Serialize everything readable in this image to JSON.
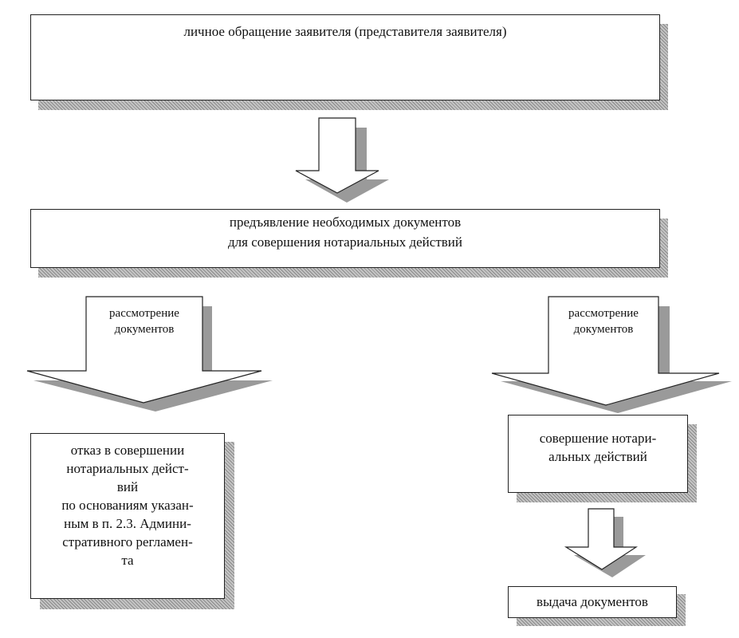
{
  "step1": "личное обращение заявителя (представителя заявителя)",
  "step2": [
    "предъявление необходимых документов",
    "для совершения нотариальных действий"
  ],
  "left_arrow_label": [
    "рассмотрение",
    "документов"
  ],
  "right_arrow_label": [
    "рассмотрение",
    "документов"
  ],
  "refusal": [
    "отказ в совершении",
    "нотариальных дейст-",
    "вий",
    "по основаниям указан-",
    "ным в п.  2.3. Админи-",
    "стративного регламен-",
    "та"
  ],
  "performance": [
    "совершение нотари-",
    "альных действий"
  ],
  "issuance": "выдача документов"
}
